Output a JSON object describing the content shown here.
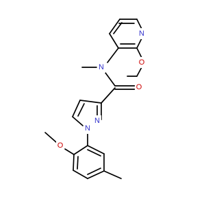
{
  "molecule": {
    "atoms": {
      "n_pyridine": {
        "label": "N",
        "color": "#3333cc"
      },
      "o_pyridyl_methoxy": {
        "label": "O",
        "color": "#cc0000"
      },
      "n_amide": {
        "label": "N",
        "color": "#3333cc"
      },
      "o_carbonyl": {
        "label": "O",
        "color": "#cc0000"
      },
      "n_pyrazole_2": {
        "label": "N",
        "color": "#3333cc"
      },
      "n_pyrazole_1": {
        "label": "N",
        "color": "#3333cc"
      },
      "o_aryl_methoxy": {
        "label": "O",
        "color": "#cc0000"
      }
    },
    "bond_color": "#000000",
    "background": "#ffffff"
  }
}
